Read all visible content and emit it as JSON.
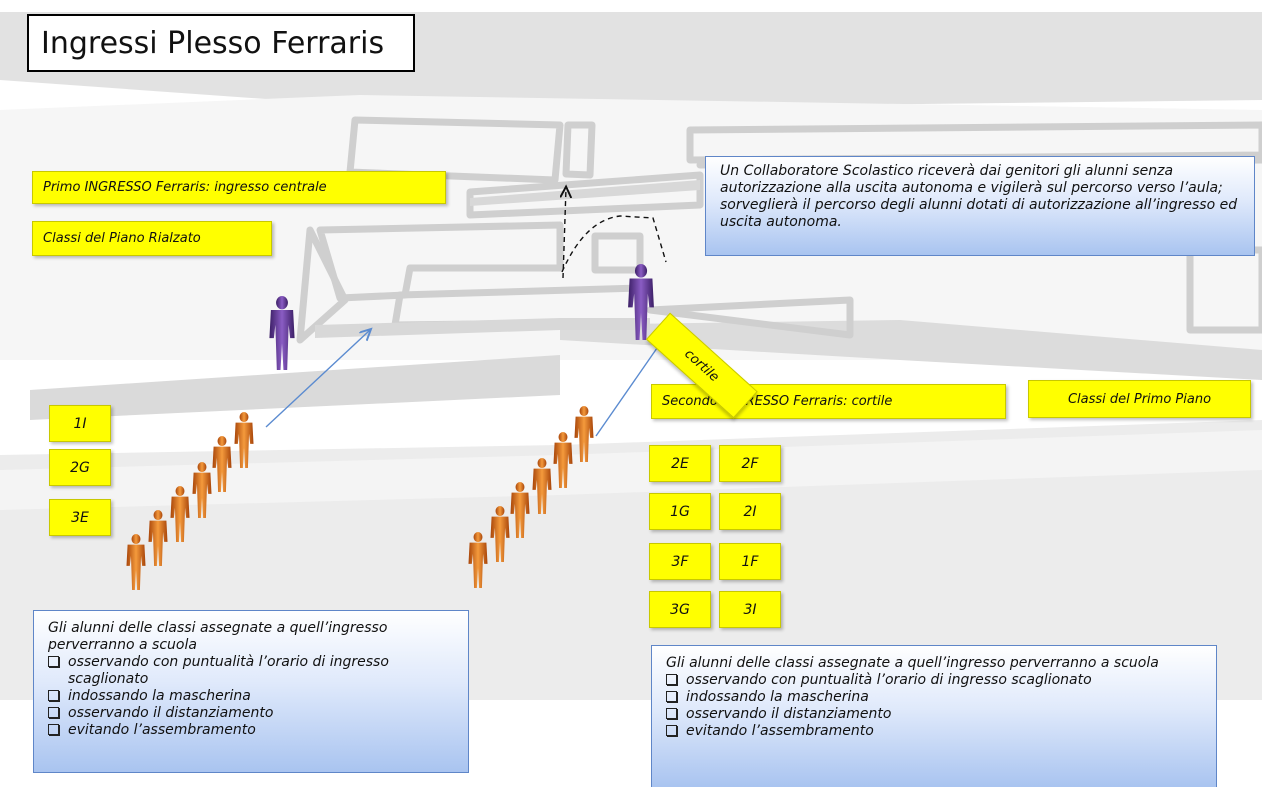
{
  "title": "Ingressi Plesso Ferraris",
  "labels": {
    "primo_ingresso": "Primo INGRESSO  Ferraris: ingresso centrale",
    "piano_rialzato": "Classi del Piano Rialzato",
    "secondo_ingresso": "Secondo INGRESSO  Ferraris: cortile",
    "primo_piano": "Classi del Primo Piano",
    "cortile": "cortile"
  },
  "classes_left": [
    "1I",
    "2G",
    "3E"
  ],
  "classes_right": [
    [
      "2E",
      "2F"
    ],
    [
      "1G",
      "2I"
    ],
    [
      "3F",
      "1F"
    ],
    [
      "3G",
      "3I"
    ]
  ],
  "collaboratore_note": "Un Collaboratore Scolastico riceverà dai genitori gli alunni senza autorizzazione alla uscita autonoma e vigilerà sul percorso verso l’aula;  sorveglierà il percorso degli alunni dotati di autorizzazione all’ingresso ed uscita autonoma.",
  "left_box": {
    "intro": "Gli alunni delle classi assegnate a quell’ingresso  perverranno a scuola",
    "items": [
      "osservando con puntualità l’orario di ingresso scaglionato",
      "indossando la mascherina",
      "osservando il distanziamento",
      "evitando l’assembramento"
    ]
  },
  "right_box": {
    "intro": "Gli alunni delle classi assegnate a quell’ingresso perverranno a scuola",
    "items": [
      "osservando con puntualità l’orario di ingresso scaglionato",
      "indossando la mascherina",
      "osservando il distanziamento",
      "evitando l’assembramento"
    ]
  },
  "colors": {
    "label_fill": "#ffff00",
    "supervisor": "#6a3d9a",
    "student": "#e07820",
    "arrow": "#5b8bd0",
    "box_border": "#5f86c8"
  }
}
